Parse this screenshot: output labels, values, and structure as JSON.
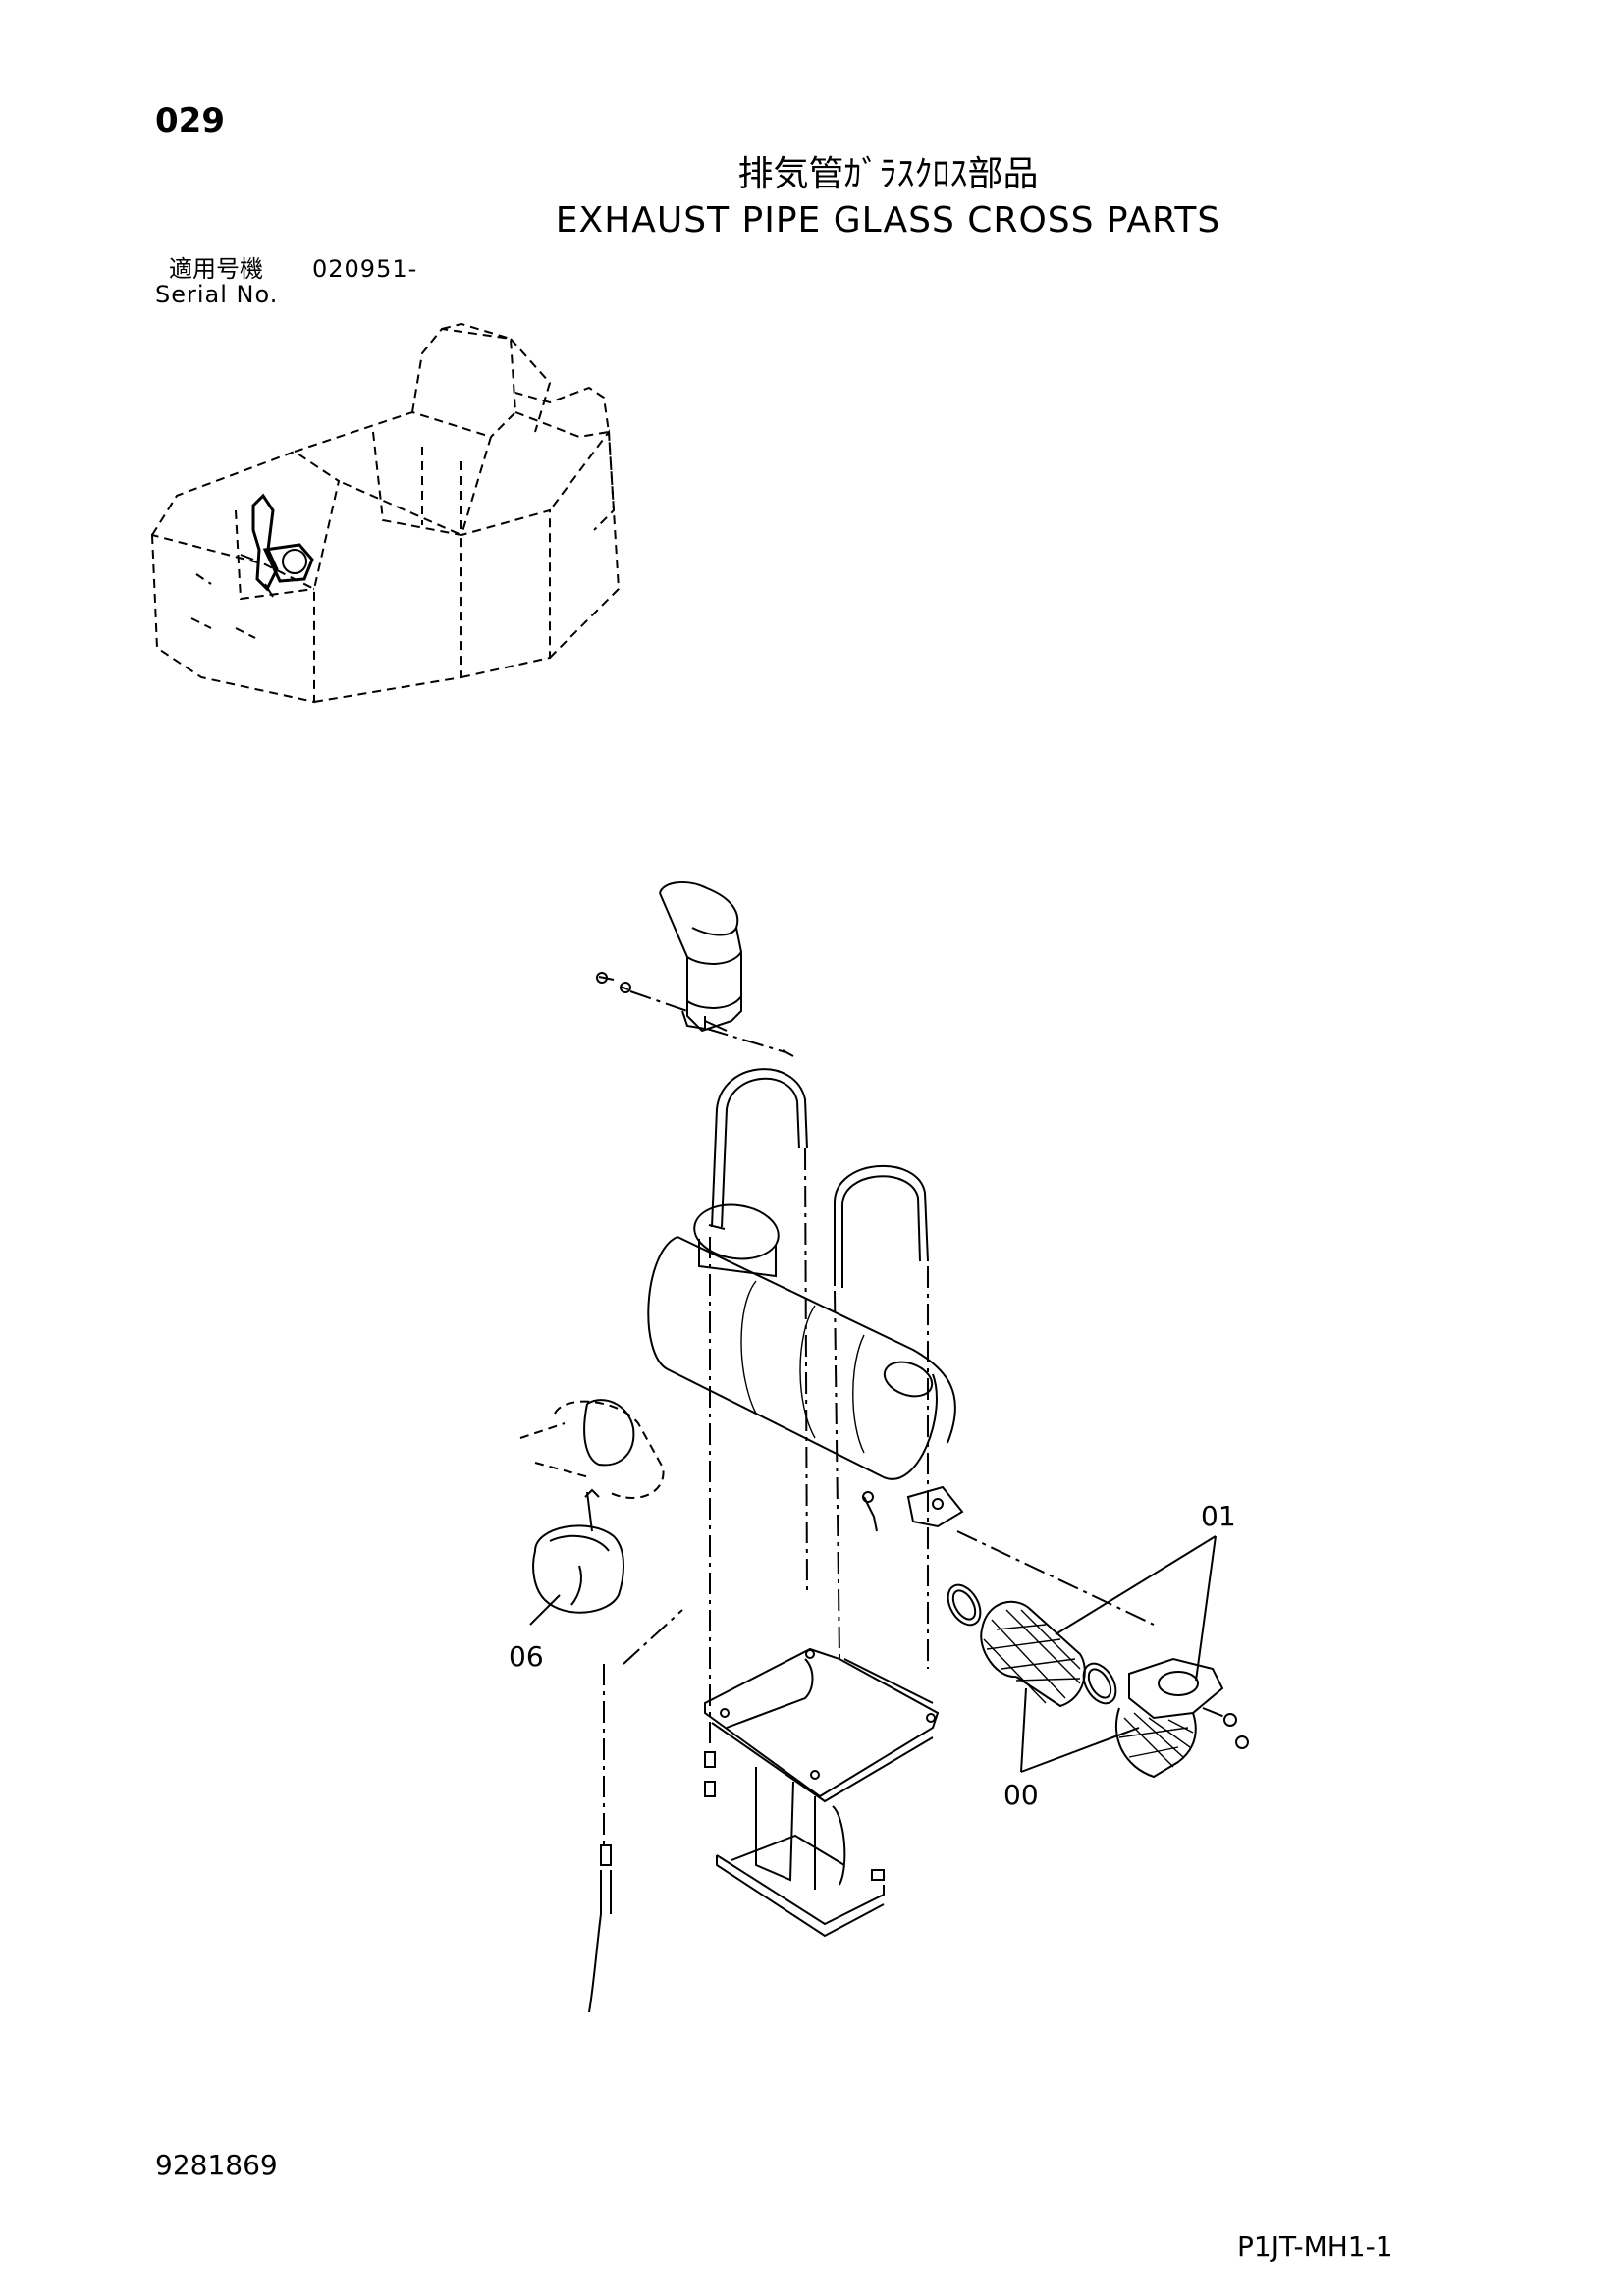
{
  "header": {
    "page_number": "029",
    "title_jp": "排気管ｶﾞﾗｽｸﾛｽ部品",
    "title_en": "EXHAUST PIPE GLASS CROSS PARTS"
  },
  "serial": {
    "label_jp": "適用号機",
    "value": "020951-",
    "label_en": "Serial No."
  },
  "callouts": [
    "01",
    "06",
    "00"
  ],
  "footer": {
    "document_number": "9281869",
    "sheet_code": "P1JT-MH1-1"
  },
  "icons": [
    "machine-overview-diagram",
    "exhaust-assembly-diagram"
  ]
}
